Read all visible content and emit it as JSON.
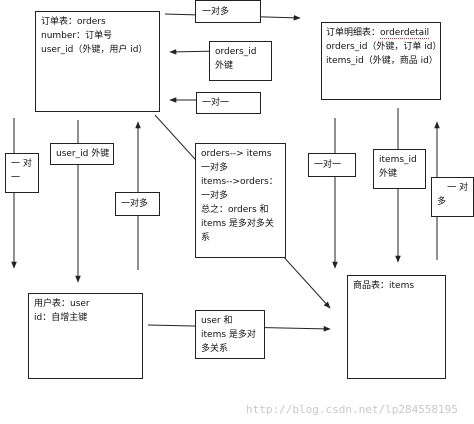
{
  "entities": {
    "orders": {
      "title": "订单表：orders",
      "lines": [
        "number：订单号",
        "user_id（外键，用户 id）"
      ]
    },
    "orderdetail": {
      "title_prefix": "订单明细表：",
      "title_name": "orderdetail",
      "lines": [
        "orders_id（外键，订单 id）",
        "items_id（外键，商品 id）"
      ]
    },
    "user": {
      "title": "用户表：user",
      "lines": [
        "id：自增主键"
      ]
    },
    "items": {
      "title": "商品表：items"
    }
  },
  "labels": {
    "orders_to_detail": "一对多",
    "orders_id_fk": [
      "orders_id",
      "外键"
    ],
    "detail_to_orders": "一对一",
    "orders_user_left": [
      "一 对",
      "一"
    ],
    "user_id_fk": "user_id 外键",
    "user_to_orders": "一对多",
    "summary": [
      "orders--> items",
      "一对多",
      "items-->orders：",
      "一对多",
      "总之：orders 和 items 是多对多关系"
    ],
    "detail_to_items": "一对一",
    "items_id_fk": [
      "items_id",
      "外键"
    ],
    "items_to_detail": [
      "一 对",
      "多"
    ],
    "user_items": "user 和 items 是多对多关系"
  },
  "watermark": "http://blog.csdn.net/lp284558195"
}
